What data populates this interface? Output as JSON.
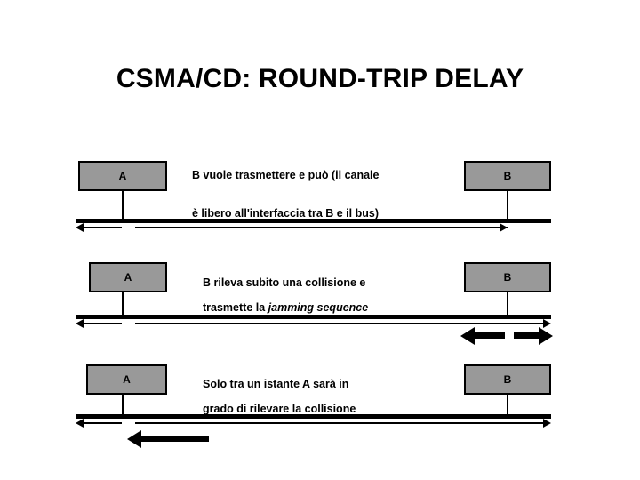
{
  "slide": {
    "title": "CSMA/CD: ROUND-TRIP DELAY",
    "background_color": "#ffffff",
    "node_fill_color": "#999999",
    "line_color": "#000000"
  },
  "rows": [
    {
      "id": "row-1",
      "left_node_label": "A",
      "right_node_label": "B",
      "caption_line_1": "B vuole trasmettere e può (il canale",
      "caption_line_2": "è libero all'interfaccia tra B e il bus)",
      "caption_line_2_italic": "",
      "thin_arrow_left_label": "propagation-left",
      "thin_arrow_right_label": "propagation-right",
      "thick_arrows": []
    },
    {
      "id": "row-2",
      "left_node_label": "A",
      "right_node_label": "B",
      "caption_line_1": "B rileva subito una collisione e",
      "caption_line_2": "trasmette la ",
      "caption_line_2_italic": "jamming sequence",
      "thin_arrow_left_label": "propagation-left",
      "thin_arrow_right_label": "propagation-right",
      "thick_arrows": [
        "left",
        "right"
      ]
    },
    {
      "id": "row-3",
      "left_node_label": "A",
      "right_node_label": "B",
      "caption_line_1": "Solo tra un istante A sarà in",
      "caption_line_2": "grado di rilevare la collisione",
      "caption_line_2_italic": "",
      "thin_arrow_left_label": "propagation-left",
      "thin_arrow_right_label": "propagation-right",
      "thick_arrows": [
        "left"
      ]
    }
  ]
}
